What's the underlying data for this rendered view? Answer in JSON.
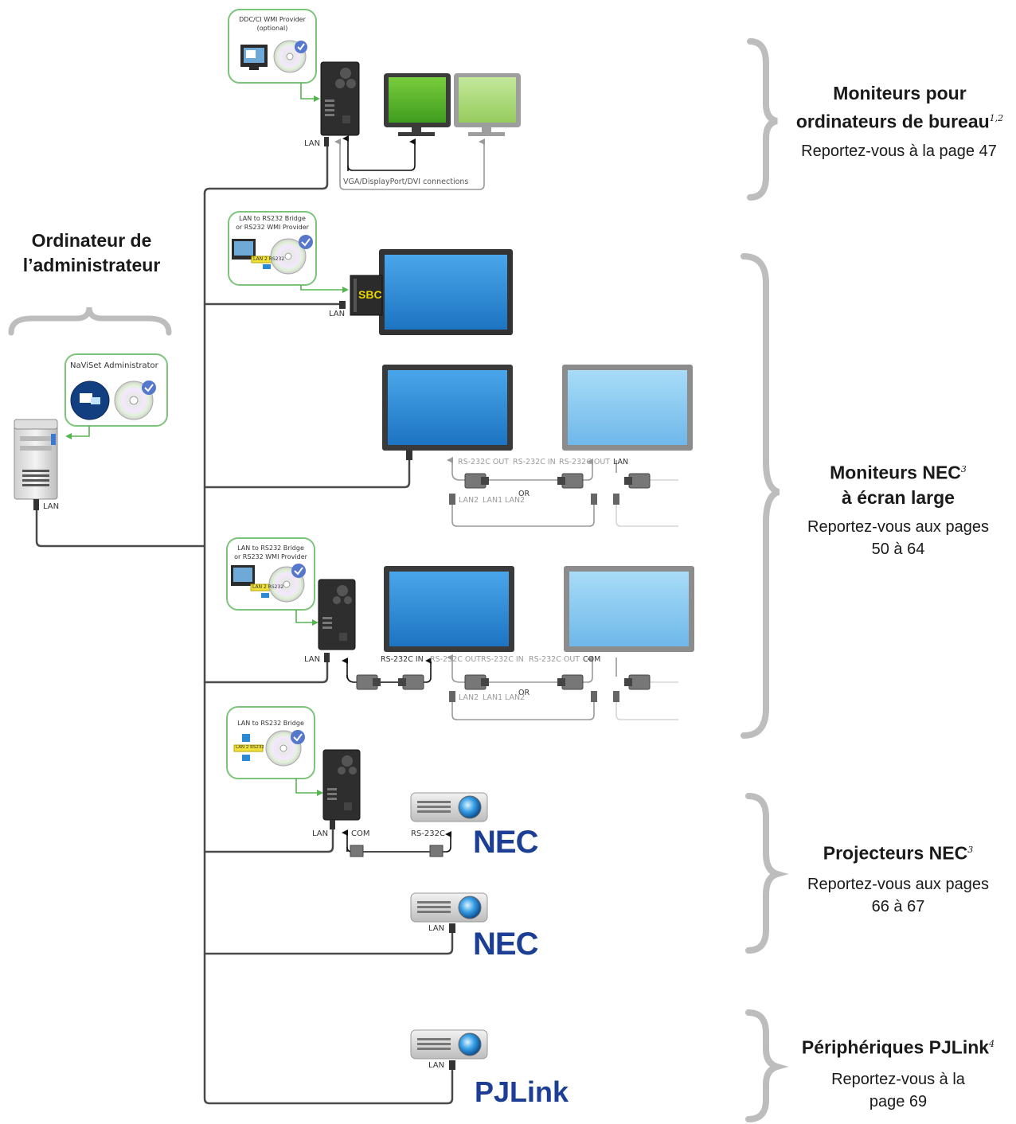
{
  "admin": {
    "title": "Ordinateur de l’administrateur",
    "title_line1": "Ordinateur de",
    "title_line2": "l’administrateur",
    "software": "NaViSet Administrator",
    "lan": "LAN"
  },
  "desktop": {
    "provider_line1": "DDC/CI WMI Provider",
    "provider_line2": "(optional)",
    "lan": "LAN",
    "connections": "VGA/DisplayPort/DVI connections"
  },
  "sbc": {
    "bridge_line1": "LAN to RS232 Bridge",
    "bridge_line2": "or RS232 WMI Provider",
    "chip": "LAN 2 RS232",
    "sbc_label": "SBC",
    "lan": "LAN"
  },
  "wide_lan": {
    "rs232_out_1": "RS-232C OUT",
    "rs232_in": "RS-232C IN",
    "rs232_out_2": "RS-232C OUT",
    "lan": "LAN",
    "or": "OR",
    "lan2_a": "LAN2",
    "lan1": "LAN1",
    "lan2_b": "LAN2"
  },
  "wide_pc": {
    "bridge_line1": "LAN to RS232 Bridge",
    "bridge_line2": "or RS232 WMI Provider",
    "chip": "LAN 2 RS232",
    "lan": "LAN",
    "rs232_in_1": "RS-232C IN",
    "rs232_out_1": "RS-232C OUT",
    "rs232_in_2": "RS-232C IN",
    "rs232_out_2": "RS-232C OUT",
    "com": "COM",
    "or": "OR",
    "lan2_a": "LAN2",
    "lan1": "LAN1",
    "lan2_b": "LAN2"
  },
  "proj1": {
    "bridge_line1": "LAN to RS232 Bridge",
    "chip": "LAN 2 RS232",
    "lan": "LAN",
    "com": "COM",
    "rs232": "RS-232C",
    "logo": "NEC"
  },
  "proj2": {
    "lan": "LAN",
    "logo": "NEC"
  },
  "proj3": {
    "lan": "LAN",
    "logo": "PJLink"
  },
  "sections": {
    "desktop": {
      "title_line1": "Moniteurs pour",
      "title_line2": "ordinateurs de bureau",
      "sup": "1,2",
      "ref": "Reportez-vous à la page 47"
    },
    "wide": {
      "title_line1": "Moniteurs NEC",
      "title_sup": "3",
      "title_line2": "à écran large",
      "ref_line1": "Reportez-vous aux pages",
      "ref_line2": "50 à 64"
    },
    "projectors": {
      "title": "Projecteurs NEC",
      "sup": "3",
      "ref_line1": "Reportez-vous aux pages",
      "ref_line2": "66 à 67"
    },
    "pjlink": {
      "title": "Périphériques PJLink",
      "sup": "4",
      "ref_line1": "Reportez-vous à la",
      "ref_line2": "page 69"
    }
  },
  "colors": {
    "bubble_border": "#7cc47a",
    "wire": "#4a4a4a",
    "gray_wire": "#b5b5b5",
    "green_monitor": "#5db82f",
    "light_green_monitor": "#a6d96a",
    "blue_screen": "#2a8ad6",
    "light_blue_screen": "#7cc2ef",
    "brace": "#bdbdbd",
    "logo_blue": "#1c3f95"
  },
  "icons": [
    "tower-pc-icon",
    "server-icon",
    "monitor-icon",
    "cd-check-icon",
    "projector-icon",
    "db9-connector-icon",
    "arrow-icon",
    "brace-icon"
  ]
}
